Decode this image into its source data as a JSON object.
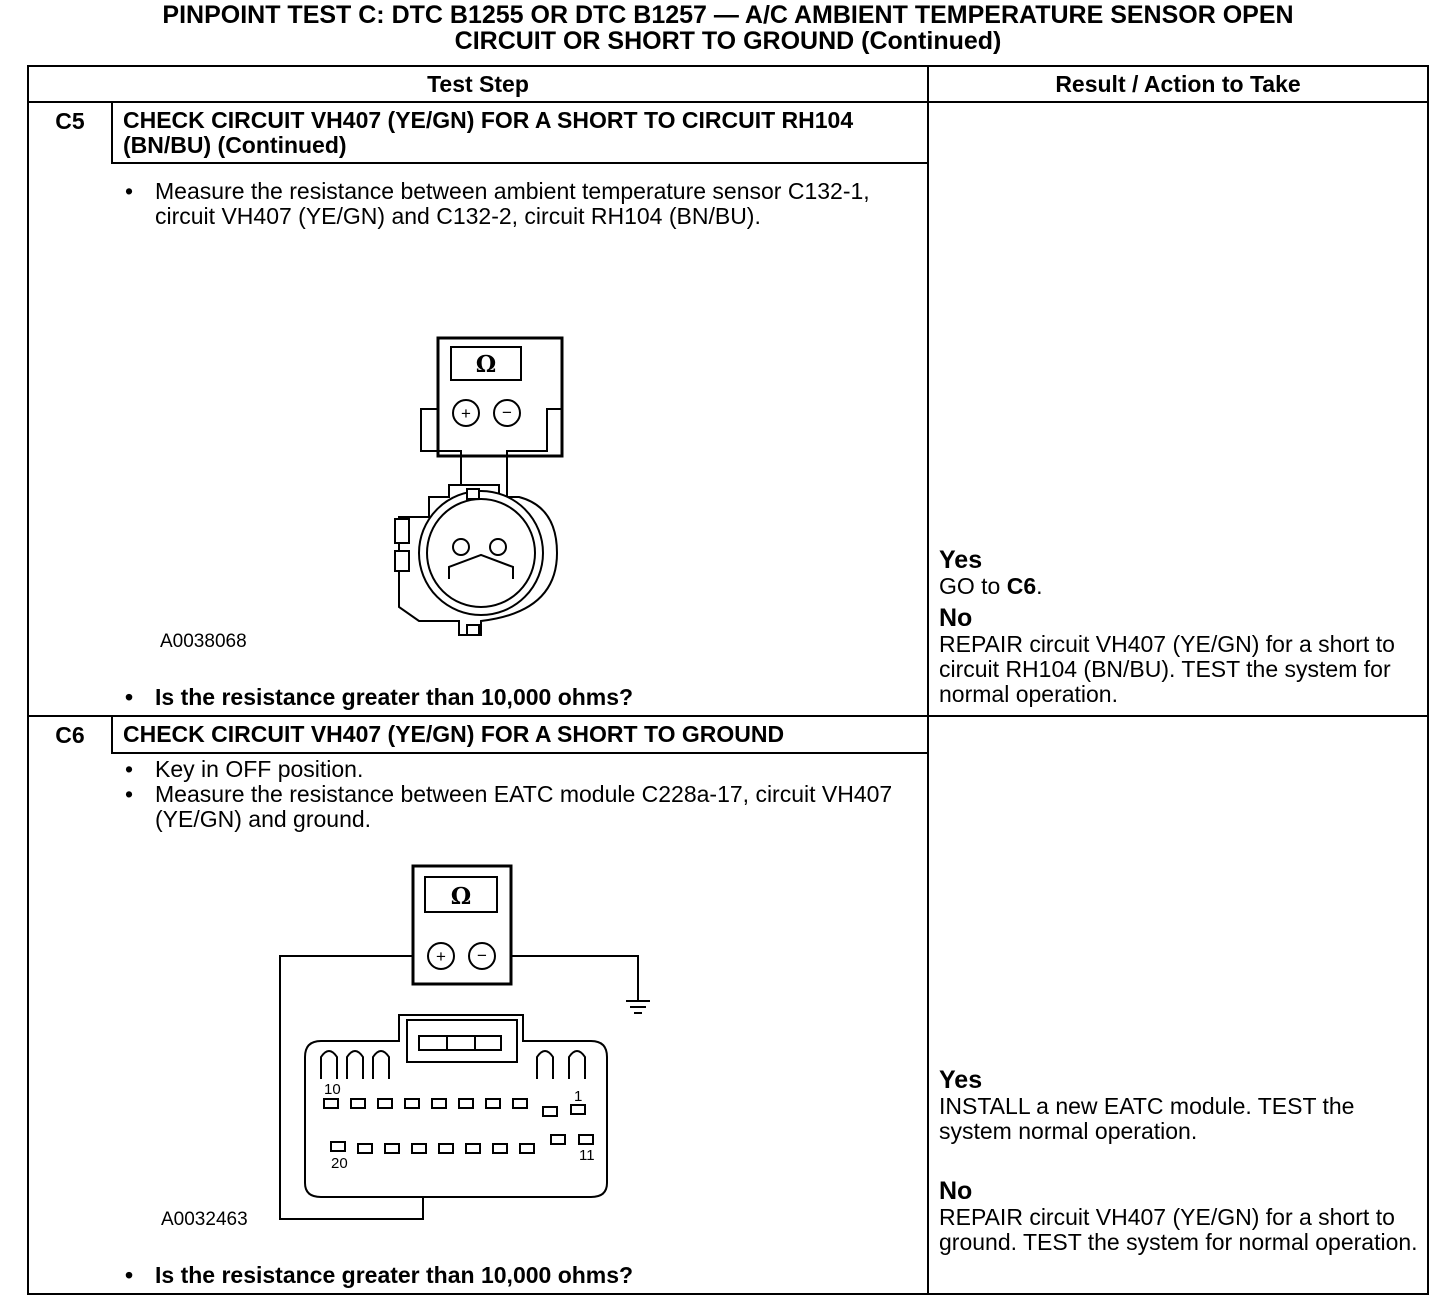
{
  "title": {
    "line1": "PINPOINT TEST  C: DTC B1255 OR DTC B1257 — A/C AMBIENT TEMPERATURE SENSOR OPEN",
    "line2": "CIRCUIT OR SHORT TO GROUND (Continued)"
  },
  "table": {
    "col1_header": "Test Step",
    "col2_header": "Result / Action to Take"
  },
  "steps": [
    {
      "id": "C5",
      "heading": "CHECK CIRCUIT VH407 (YE/GN) FOR A SHORT TO CIRCUIT RH104 (BN/BU) (Continued)",
      "bullets": [
        "Measure the resistance between ambient temperature sensor C132-1, circuit VH407 (YE/GN) and C132-2, circuit RH104 (BN/BU)."
      ],
      "figure_id": "A0038068",
      "figure_symbol": "Ω",
      "question": "Is the resistance greater than 10,000 ohms?",
      "yes_label": "Yes",
      "yes_text_prefix": "GO to ",
      "yes_text_bold": "C6",
      "yes_text_suffix": ".",
      "no_label": "No",
      "no_text": "REPAIR circuit VH407 (YE/GN) for a short to circuit RH104 (BN/BU). TEST the system for normal operation."
    },
    {
      "id": "C6",
      "heading": "CHECK CIRCUIT VH407 (YE/GN) FOR A SHORT TO GROUND",
      "bullets": [
        "Key in OFF position.",
        "Measure the resistance between EATC module C228a-17, circuit VH407 (YE/GN) and ground."
      ],
      "figure_id": "A0032463",
      "figure_symbol": "Ω",
      "pin_labels": [
        "10",
        "1",
        "20",
        "11"
      ],
      "question": "Is the resistance greater than 10,000 ohms?",
      "yes_label": "Yes",
      "yes_text": "INSTALL a new EATC module.  TEST the system normal operation.",
      "no_label": "No",
      "no_text": "REPAIR circuit VH407 (YE/GN) for a short to ground. TEST the system for normal operation."
    }
  ]
}
